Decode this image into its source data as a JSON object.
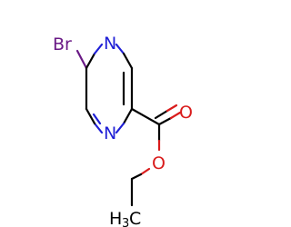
{
  "molecule": {
    "atoms": {
      "bromine": "Br",
      "nitrogen_top": "N",
      "nitrogen_bottom": "N",
      "oxygen_carbonyl": "O",
      "oxygen_ester": "O",
      "methyl": "H",
      "methyl_carbon": "C",
      "methyl_subscript": "3"
    },
    "colors": {
      "bromine": "#6a1a86",
      "nitrogen": "#1f1fd6",
      "oxygen": "#d91c1c",
      "carbon": "#000000",
      "background": "#ffffff"
    }
  }
}
